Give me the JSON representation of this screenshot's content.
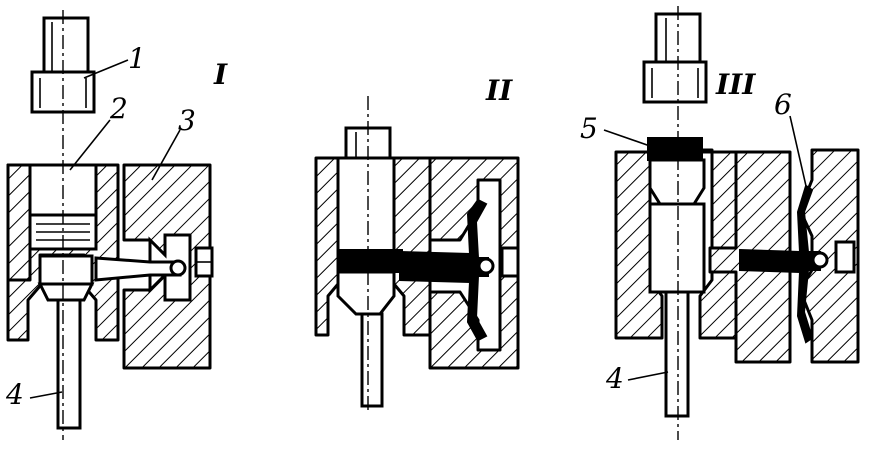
{
  "stages": [
    {
      "id": "stage-1",
      "label": "I"
    },
    {
      "id": "stage-2",
      "label": "II"
    },
    {
      "id": "stage-3",
      "label": "III"
    }
  ],
  "callouts": [
    "1",
    "2",
    "3",
    "4",
    "5",
    "6",
    "4"
  ]
}
